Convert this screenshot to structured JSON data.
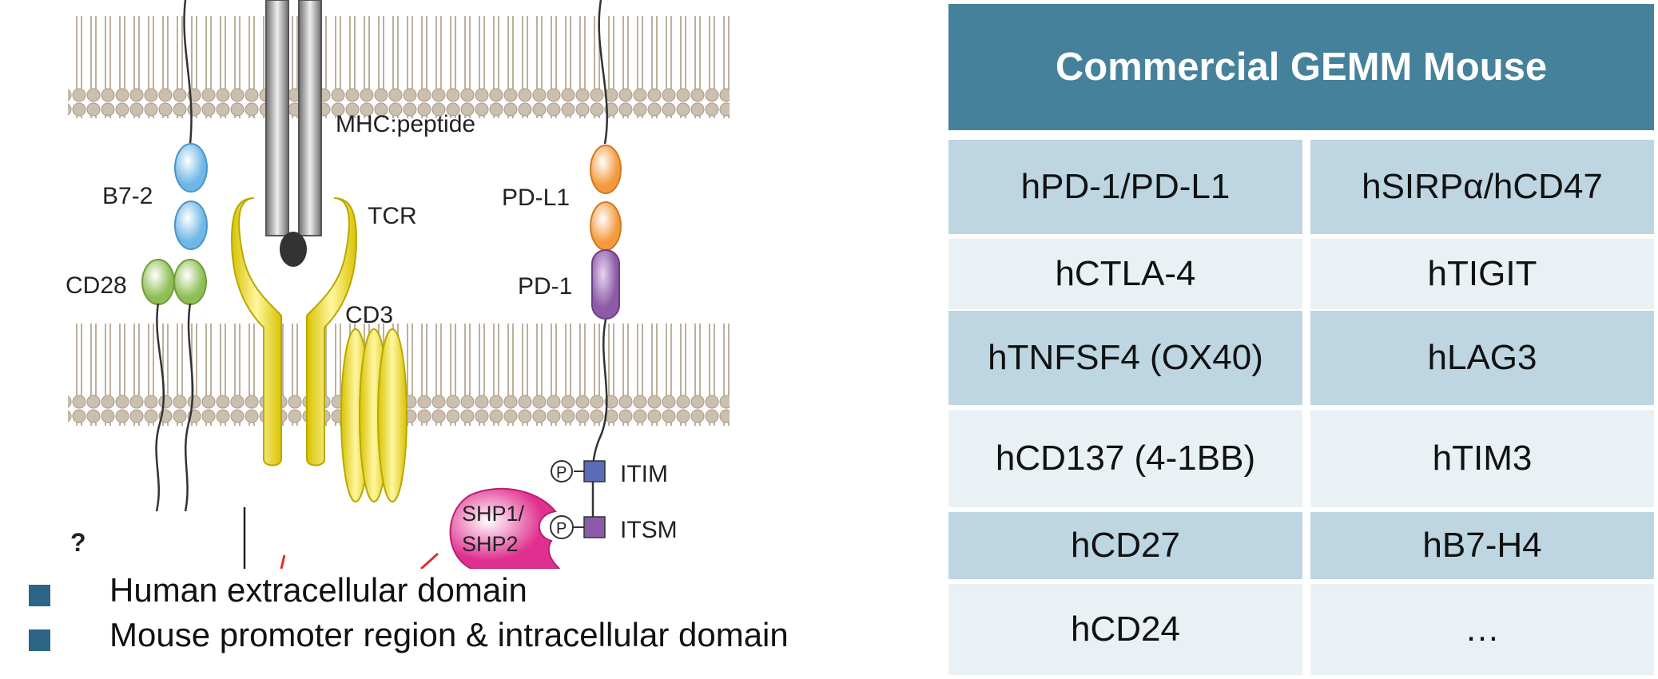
{
  "diagram": {
    "labels": {
      "mhc": "MHC:peptide",
      "tcr": "TCR",
      "cd3": "CD3",
      "b72": "B7-2",
      "cd28": "CD28",
      "pdl1": "PD-L1",
      "pd1": "PD-1",
      "itim": "ITIM",
      "itsm": "ITSM",
      "shp": "SHP1/",
      "shp2": "SHP2",
      "question": "?",
      "p1": "P",
      "p2": "P"
    },
    "colors": {
      "membrane": "#e3d9c9",
      "blue_domain": "#8ecbee",
      "green_domain": "#a9cc72",
      "orange_domain": "#f4a85d",
      "purple_domain": "#9a6fb3",
      "yellow": "#f3e422",
      "gray": "#9a9a9a",
      "magenta": "#e33b9a"
    }
  },
  "legend": [
    {
      "label": "Human extracellular domain",
      "color": "#2c6585"
    },
    {
      "label": "Mouse promoter region &  intracellular domain",
      "color": "#2c6585"
    }
  ],
  "table": {
    "header": "Commercial GEMM Mouse",
    "rows": [
      [
        "hPD-1/PD-L1",
        "hSIRPα/hCD47"
      ],
      [
        "hCTLA-4",
        "hTIGIT"
      ],
      [
        "hTNFSF4 (OX40)",
        "hLAG3"
      ],
      [
        "hCD137 (4-1BB)",
        "hTIM3"
      ],
      [
        "hCD27",
        "hB7-H4"
      ],
      [
        "hCD24",
        "…"
      ]
    ]
  }
}
